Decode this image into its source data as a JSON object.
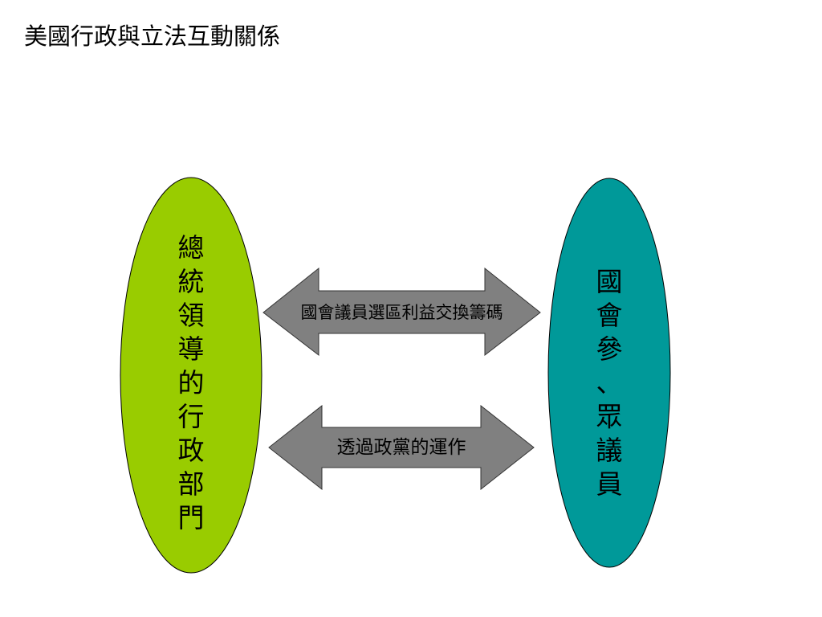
{
  "slide": {
    "title": "美國行政與立法互動關係"
  },
  "diagram": {
    "left_node": {
      "text": "總統領導的行政部門",
      "color": "#99cc00"
    },
    "right_node": {
      "text": "國會參、眾議員",
      "color": "#009999"
    },
    "arrows": [
      {
        "label": "國會議員選區利益交換籌碼",
        "color": "#808080"
      },
      {
        "label": "透過政黨的運作",
        "color": "#808080"
      }
    ]
  }
}
